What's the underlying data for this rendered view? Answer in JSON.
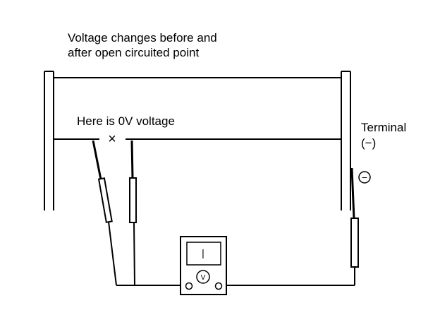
{
  "caption": {
    "line1": "Voltage changes before and",
    "line2": "after open circuited point"
  },
  "open_point_label": "Here is 0V voltage",
  "open_point_marker": "×",
  "terminal": {
    "line1": "Terminal",
    "line2": "(−)"
  },
  "terminal_polarity": "⊖",
  "meter_symbol": "V",
  "meter_needle_mark": "|"
}
